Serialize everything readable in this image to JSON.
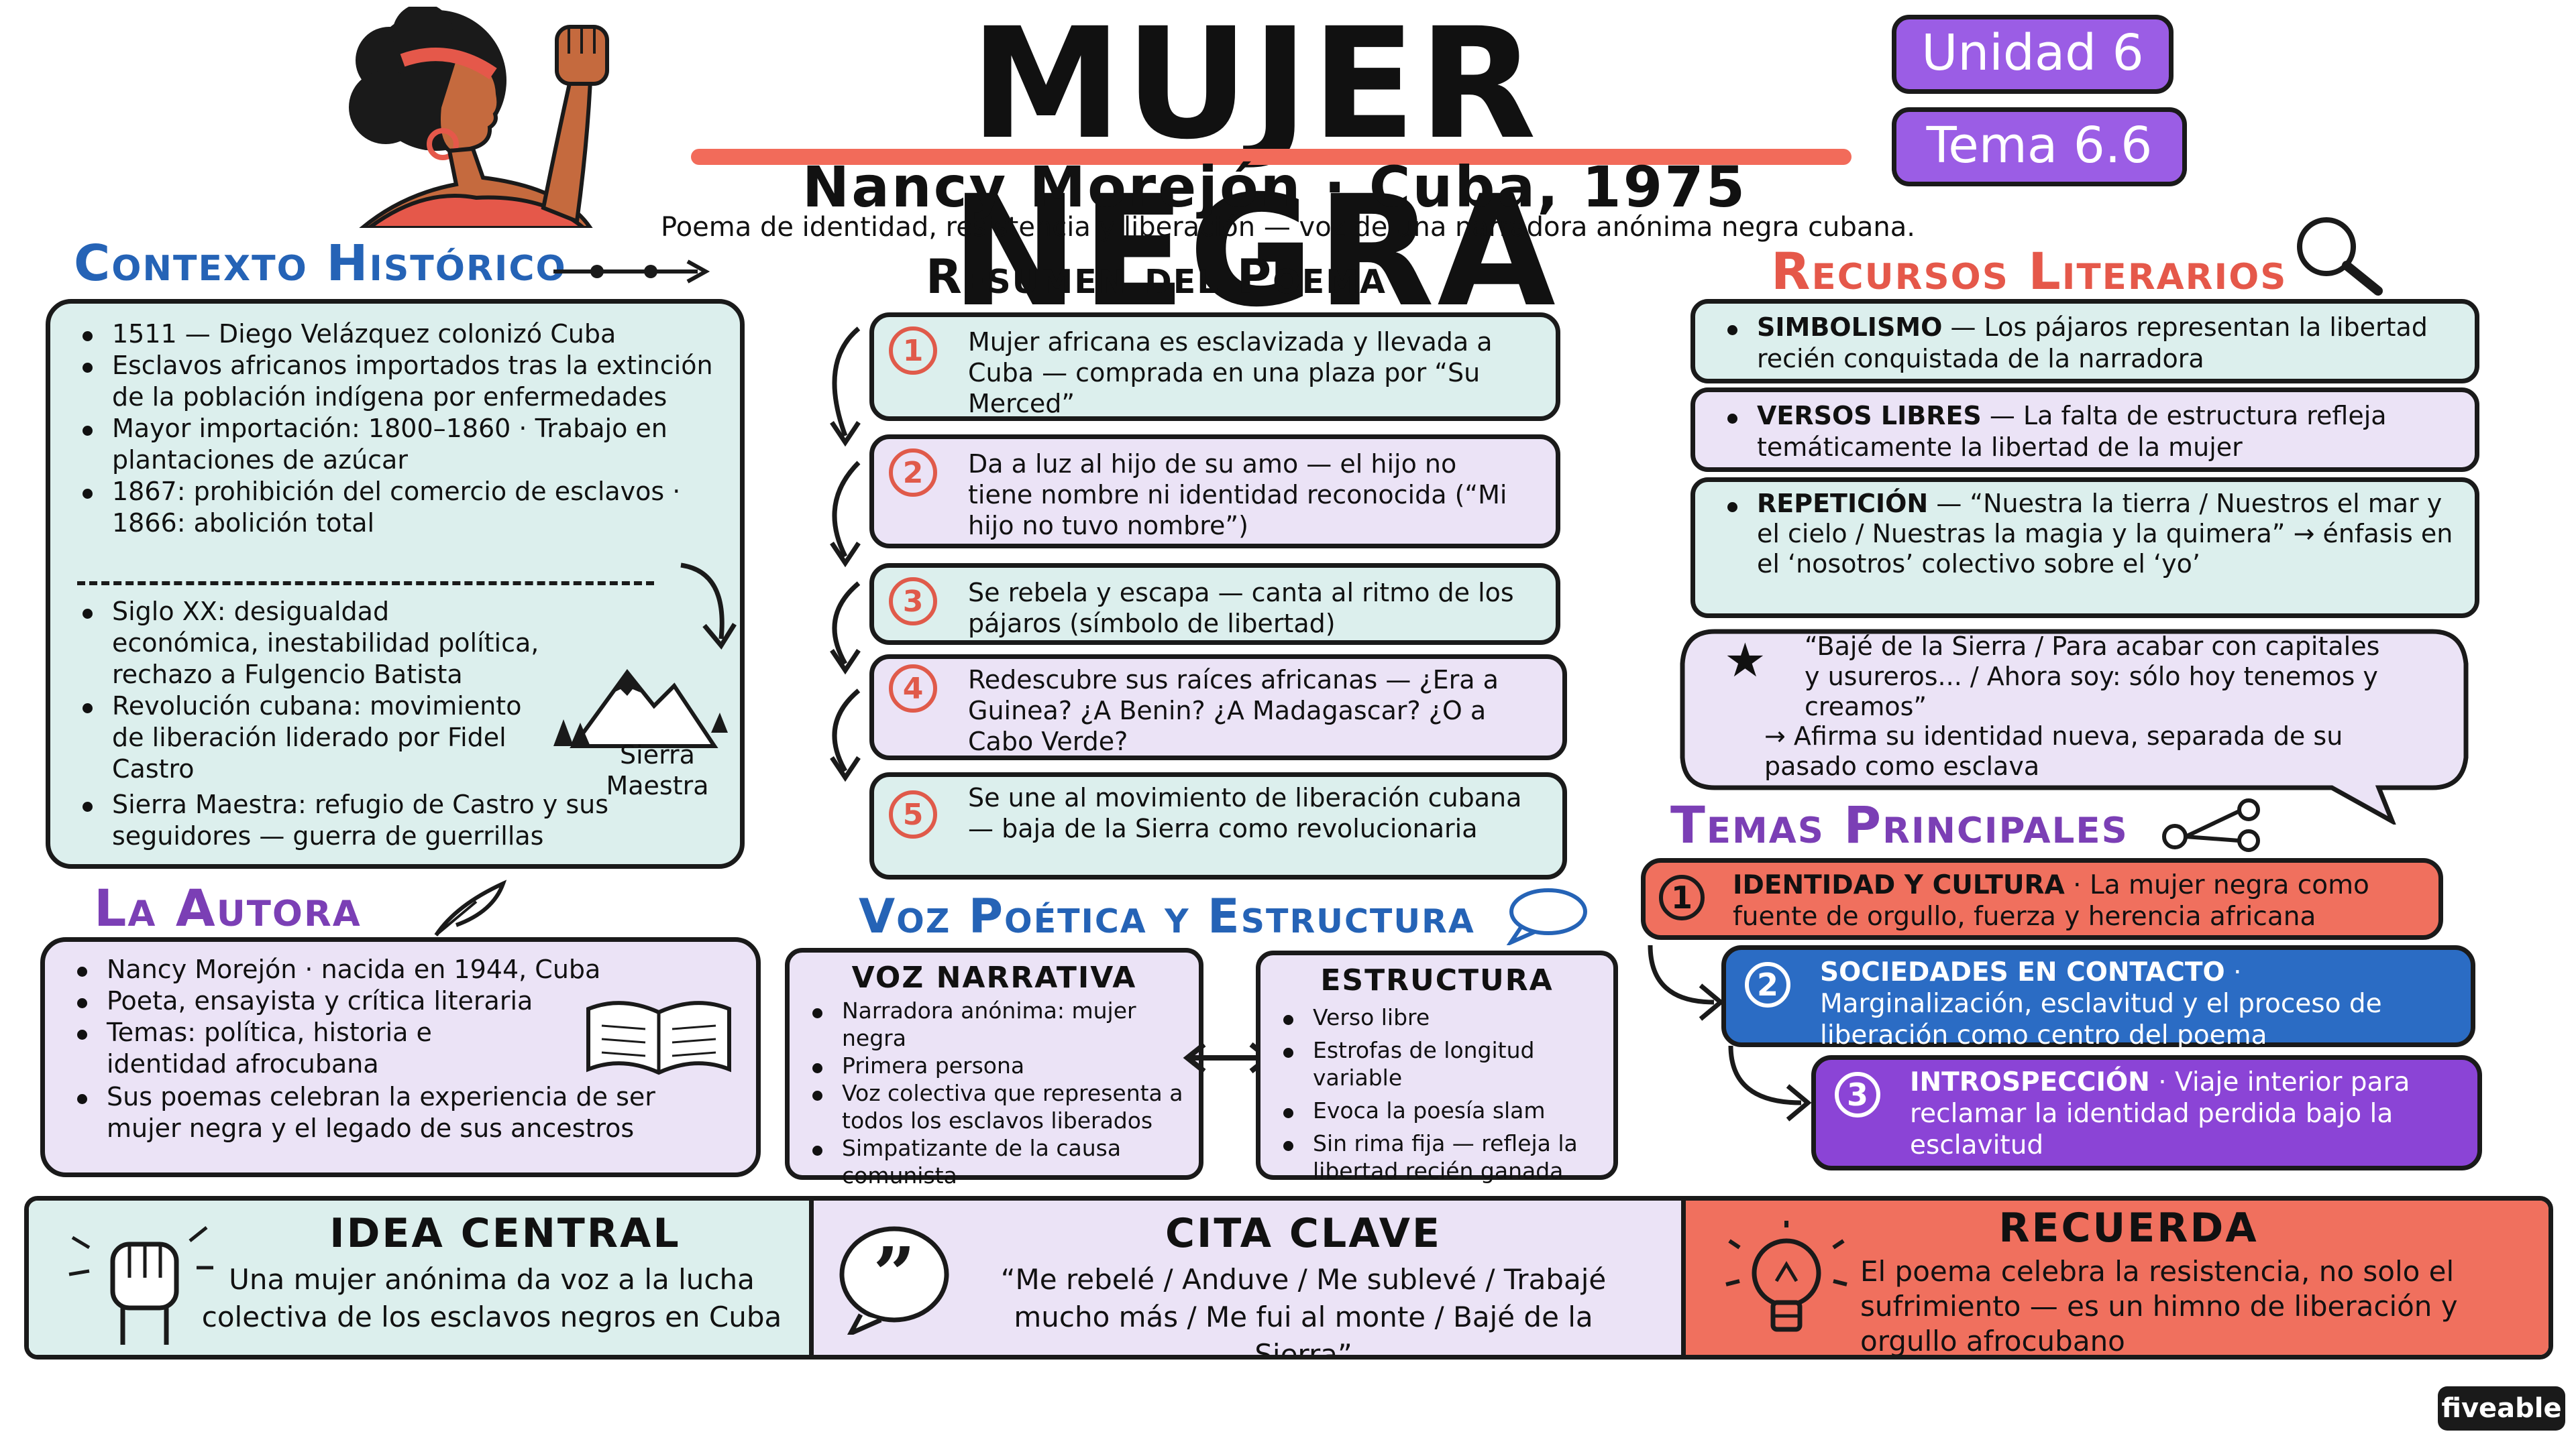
{
  "header": {
    "title": "MUJER NEGRA",
    "subtitle": "Nancy Morejón · Cuba, 1975",
    "description": "Poema de identidad, resistencia y liberación — voz de una narradora anónima negra cubana.",
    "unit": "Unidad 6",
    "topic": "Tema 6.6"
  },
  "contexto": {
    "heading": "Contexto Histórico",
    "items_top": [
      "1511 — Diego Velázquez colonizó Cuba",
      "Esclavos africanos importados tras la extinción de la población indígena por enfermedades",
      "Mayor importación: 1800–1860 · Trabajo en plantaciones de azúcar",
      "1867: prohibición del comercio de esclavos · 1866: abolición total"
    ],
    "items_bottom": [
      "Siglo XX: desigualdad económica, inestabilidad política, rechazo a Fulgencio Batista",
      "Revolución cubana: movimiento de liberación liderado por Fidel Castro",
      "Sierra Maestra: refugio de Castro y sus seguidores — guerra de guerrillas"
    ],
    "mountain_label": "Sierra Maestra"
  },
  "autora": {
    "heading": "La Autora",
    "items": [
      "Nancy Morejón · nacida en 1944, Cuba",
      "Poeta, ensayista y crítica literaria",
      "Temas: política, historia e identidad afrocubana",
      "Sus poemas celebran la experiencia de ser mujer negra y el legado de sus ancestros"
    ]
  },
  "resumen": {
    "heading": "Resumen del Poema",
    "steps": [
      {
        "n": "1",
        "text": "Mujer africana es esclavizada y llevada a Cuba — comprada en una plaza por “Su Merced”"
      },
      {
        "n": "2",
        "text": "Da a luz al hijo de su amo — el hijo no tiene nombre ni identidad reconocida (“Mi hijo no tuvo nombre”)"
      },
      {
        "n": "3",
        "text": "Se rebela y escapa — canta al ritmo de los pájaros (símbolo de libertad)"
      },
      {
        "n": "4",
        "text": "Redescubre sus raíces africanas — ¿Era a Guinea? ¿A Benin? ¿A Madagascar? ¿O a Cabo Verde?"
      },
      {
        "n": "5",
        "text": "Se une al movimiento de liberación cubana — baja de la Sierra como revolucionaria"
      }
    ]
  },
  "voz": {
    "heading": "Voz Poética y Estructura",
    "narrativa_title": "VOZ NARRATIVA",
    "narrativa": [
      "Narradora anónima: mujer negra",
      "Primera persona",
      "Voz colectiva que representa a todos los esclavos liberados",
      "Simpatizante de la causa comunista"
    ],
    "estructura_title": "ESTRUCTURA",
    "estructura": [
      "Verso libre",
      "Estrofas de longitud variable",
      "Evoca la poesía slam",
      "Sin rima fija — refleja la libertad recién ganada"
    ]
  },
  "recursos": {
    "heading": "Recursos Literarios",
    "items": [
      {
        "term": "SIMBOLISMO",
        "text": " — Los pájaros representan la libertad recién conquistada de la narradora"
      },
      {
        "term": "VERSOS LIBRES",
        "text": " — La falta de estructura refleja temáticamente la libertad de la mujer"
      },
      {
        "term": "REPETICIÓN",
        "text": " — “Nuestra la tierra / Nuestros el mar y el cielo / Nuestras la magia y la quimera” → énfasis en el ‘nosotros’ colectivo sobre el ‘yo’"
      }
    ],
    "quote": "“Bajé de la Sierra / Para acabar con capitales y usureros... / Ahora soy: sólo hoy tenemos y creamos”",
    "quote_note": "→ Afirma su identidad nueva, separada de su pasado como esclava"
  },
  "temas": {
    "heading": "Temas Principales",
    "items": [
      {
        "n": "1",
        "title": "IDENTIDAD Y CULTURA",
        "text": " · La mujer negra como fuente de orgullo, fuerza y herencia africana",
        "color": "#f0705e"
      },
      {
        "n": "2",
        "title": "SOCIEDADES EN CONTACTO",
        "text": " · Marginalización, esclavitud y el proceso de liberación como centro del poema",
        "color": "#2b6cc4"
      },
      {
        "n": "3",
        "title": "INTROSPECCIÓN",
        "text": " · Viaje interior para reclamar la identidad perdida bajo la esclavitud",
        "color": "#8b44d6"
      }
    ]
  },
  "footer": {
    "idea_title": "IDEA CENTRAL",
    "idea_text": "Una mujer anónima da voz a la lucha colectiva de los esclavos negros en Cuba",
    "cita_title": "CITA CLAVE",
    "cita_text": "“Me rebelé / Anduve / Me sublevé / Trabajé mucho más / Me fui al monte / Bajé de la Sierra”",
    "recuerda_title": "RECUERDA",
    "recuerda_text": "El poema celebra la resistencia, no solo el sufrimiento — es un himno de liberación y orgullo afrocubano"
  },
  "brand": "fiveable",
  "colors": {
    "teal_panel": "#dcefed",
    "lavender_panel": "#ebe3f6",
    "coral": "#f0705e",
    "blue": "#2b6cc4",
    "purple": "#8b44d6",
    "tag_purple": "#9b5de5"
  }
}
